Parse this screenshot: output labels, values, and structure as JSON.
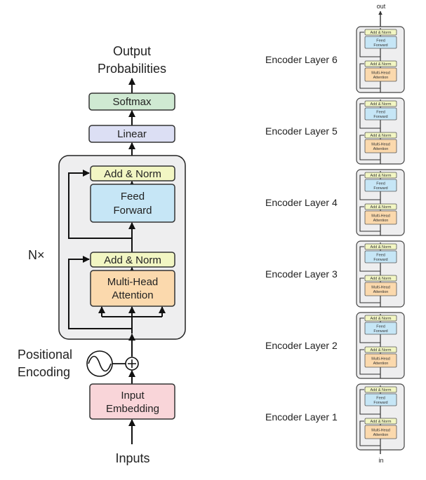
{
  "left": {
    "output_label_line1": "Output",
    "output_label_line2": "Probabilities",
    "softmax": "Softmax",
    "linear": "Linear",
    "add_norm_top": "Add & Norm",
    "ff_line1": "Feed",
    "ff_line2": "Forward",
    "add_norm_bottom": "Add & Norm",
    "mha_line1": "Multi-Head",
    "mha_line2": "Attention",
    "nx": "N×",
    "pos_line1": "Positional",
    "pos_line2": "Encoding",
    "emb_line1": "Input",
    "emb_line2": "Embedding",
    "inputs": "Inputs"
  },
  "right": {
    "out": "out",
    "in": "in",
    "layers": [
      {
        "label": "Encoder Layer 6"
      },
      {
        "label": "Encoder Layer 5"
      },
      {
        "label": "Encoder Layer 4"
      },
      {
        "label": "Encoder Layer 3"
      },
      {
        "label": "Encoder Layer 2"
      },
      {
        "label": "Encoder Layer 1"
      }
    ],
    "mini_add_norm": "Add & Norm",
    "mini_ff_line1": "Feed",
    "mini_ff_line2": "Forward",
    "mini_mha_line1": "Multi-Head",
    "mini_mha_line2": "Attention"
  },
  "colors": {
    "softmax": "#cfe9d2",
    "linear": "#dcdff4",
    "add_norm": "#f2f6c3",
    "feed_forward": "#c6e6f6",
    "attention": "#fbd9ad",
    "embedding": "#f9d5d9",
    "block_bg": "#eeeeef"
  }
}
